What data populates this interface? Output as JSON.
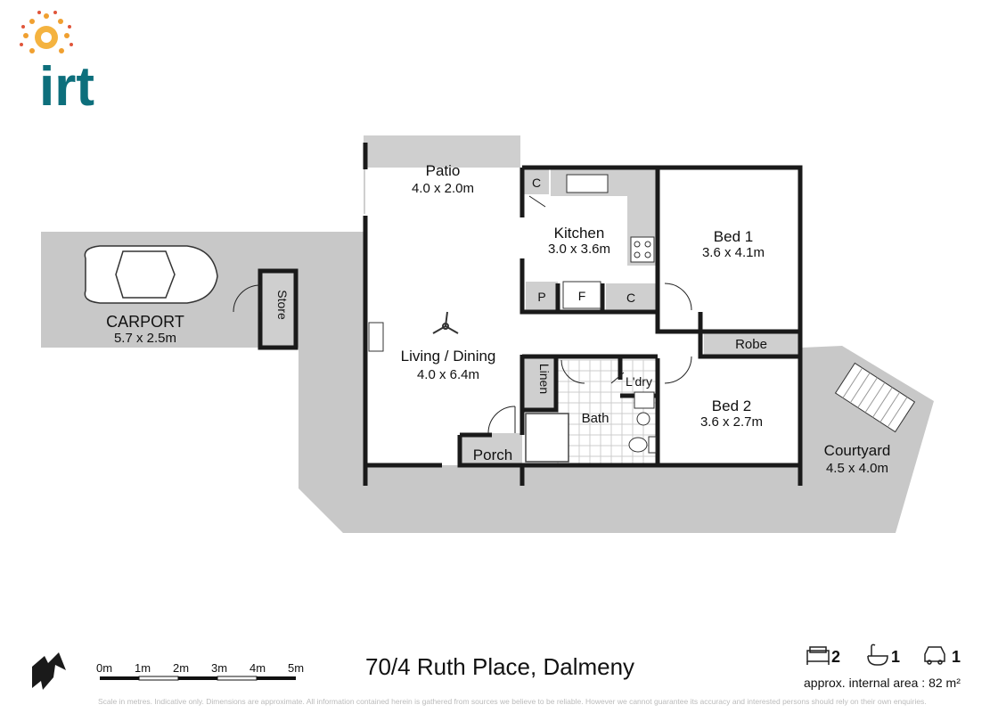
{
  "logo": {
    "text": "irt",
    "colors": {
      "teal": "#0d6f7c",
      "orange": "#f0a030",
      "red": "#e0553a"
    }
  },
  "colors": {
    "ground": "#c8c8c8",
    "outdoor": "#cfcfcf",
    "wall": "#1a1a1a",
    "interior": "#ffffff"
  },
  "rooms": {
    "patio": {
      "name": "Patio",
      "size": "4.0 x 2.0m"
    },
    "kitchen": {
      "name": "Kitchen",
      "size": "3.0 x 3.6m"
    },
    "bed1": {
      "name": "Bed 1",
      "size": "3.6 x 4.1m"
    },
    "carport": {
      "name": "CARPORT",
      "size": "5.7 x 2.5m"
    },
    "store": {
      "name": "Store"
    },
    "living": {
      "name": "Living / Dining",
      "size": "4.0 x 6.4m"
    },
    "robe": {
      "name": "Robe"
    },
    "linen": {
      "name": "Linen"
    },
    "laundry": {
      "name": "L'dry"
    },
    "bath": {
      "name": "Bath"
    },
    "bed2": {
      "name": "Bed 2",
      "size": "3.6 x 2.7m"
    },
    "porch": {
      "name": "Porch"
    },
    "courtyard": {
      "name": "Courtyard",
      "size": "4.5 x 4.0m"
    },
    "cupboard": "C",
    "pantry": "P",
    "fridge": "F"
  },
  "scale_bar": {
    "labels": [
      "0m",
      "1m",
      "2m",
      "3m",
      "4m",
      "5m"
    ]
  },
  "address": "70/4 Ruth Place, Dalmeny",
  "stats": {
    "bedrooms": "2",
    "bathrooms": "1",
    "car_spaces": "1",
    "icons": [
      "bed-icon",
      "bath-icon",
      "car-icon"
    ]
  },
  "area": "approx. internal area : 82 m²",
  "disclaimer": "Scale in metres. Indicative only. Dimensions are approximate. All information contained herein is gathered from sources we believe to be reliable. However we cannot guarantee its accuracy and interested persons should rely on their own enquiries."
}
